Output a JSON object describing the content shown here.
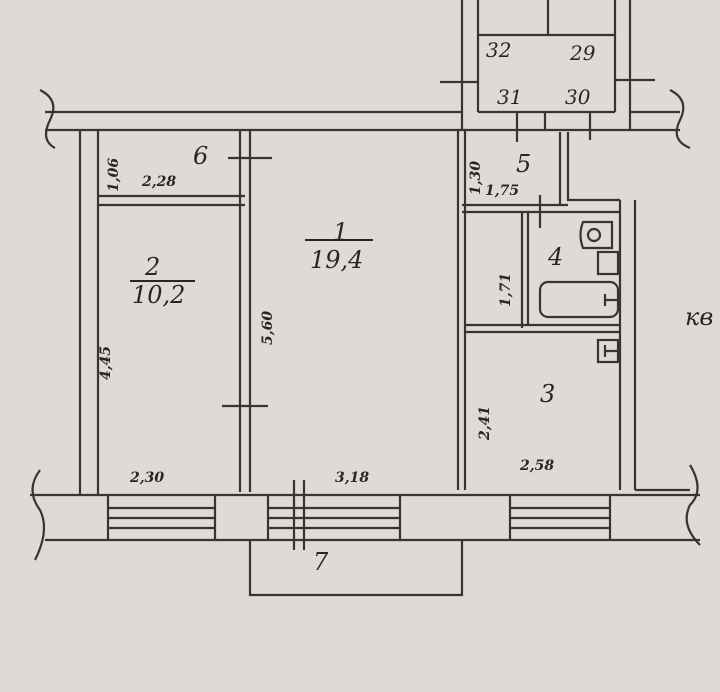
{
  "stairwell": {
    "apt_32": "32",
    "apt_29": "29",
    "apt_31": "31",
    "apt_30": "30"
  },
  "rooms": [
    {
      "number": "1",
      "area": "19,4",
      "dims": [
        "5,60",
        "3,18"
      ]
    },
    {
      "number": "2",
      "area": "10,2",
      "dims": [
        "4,45",
        "2,30"
      ]
    },
    {
      "number": "3",
      "dims": [
        "2,41",
        "2,58"
      ]
    },
    {
      "number": "4",
      "dims": [
        "1,71"
      ]
    },
    {
      "number": "5",
      "dims": [
        "1,30",
        "1,75"
      ]
    },
    {
      "number": "6",
      "dims": [
        "1,06",
        "2,28"
      ]
    },
    {
      "number": "7"
    }
  ],
  "neighbor_label": "кв"
}
